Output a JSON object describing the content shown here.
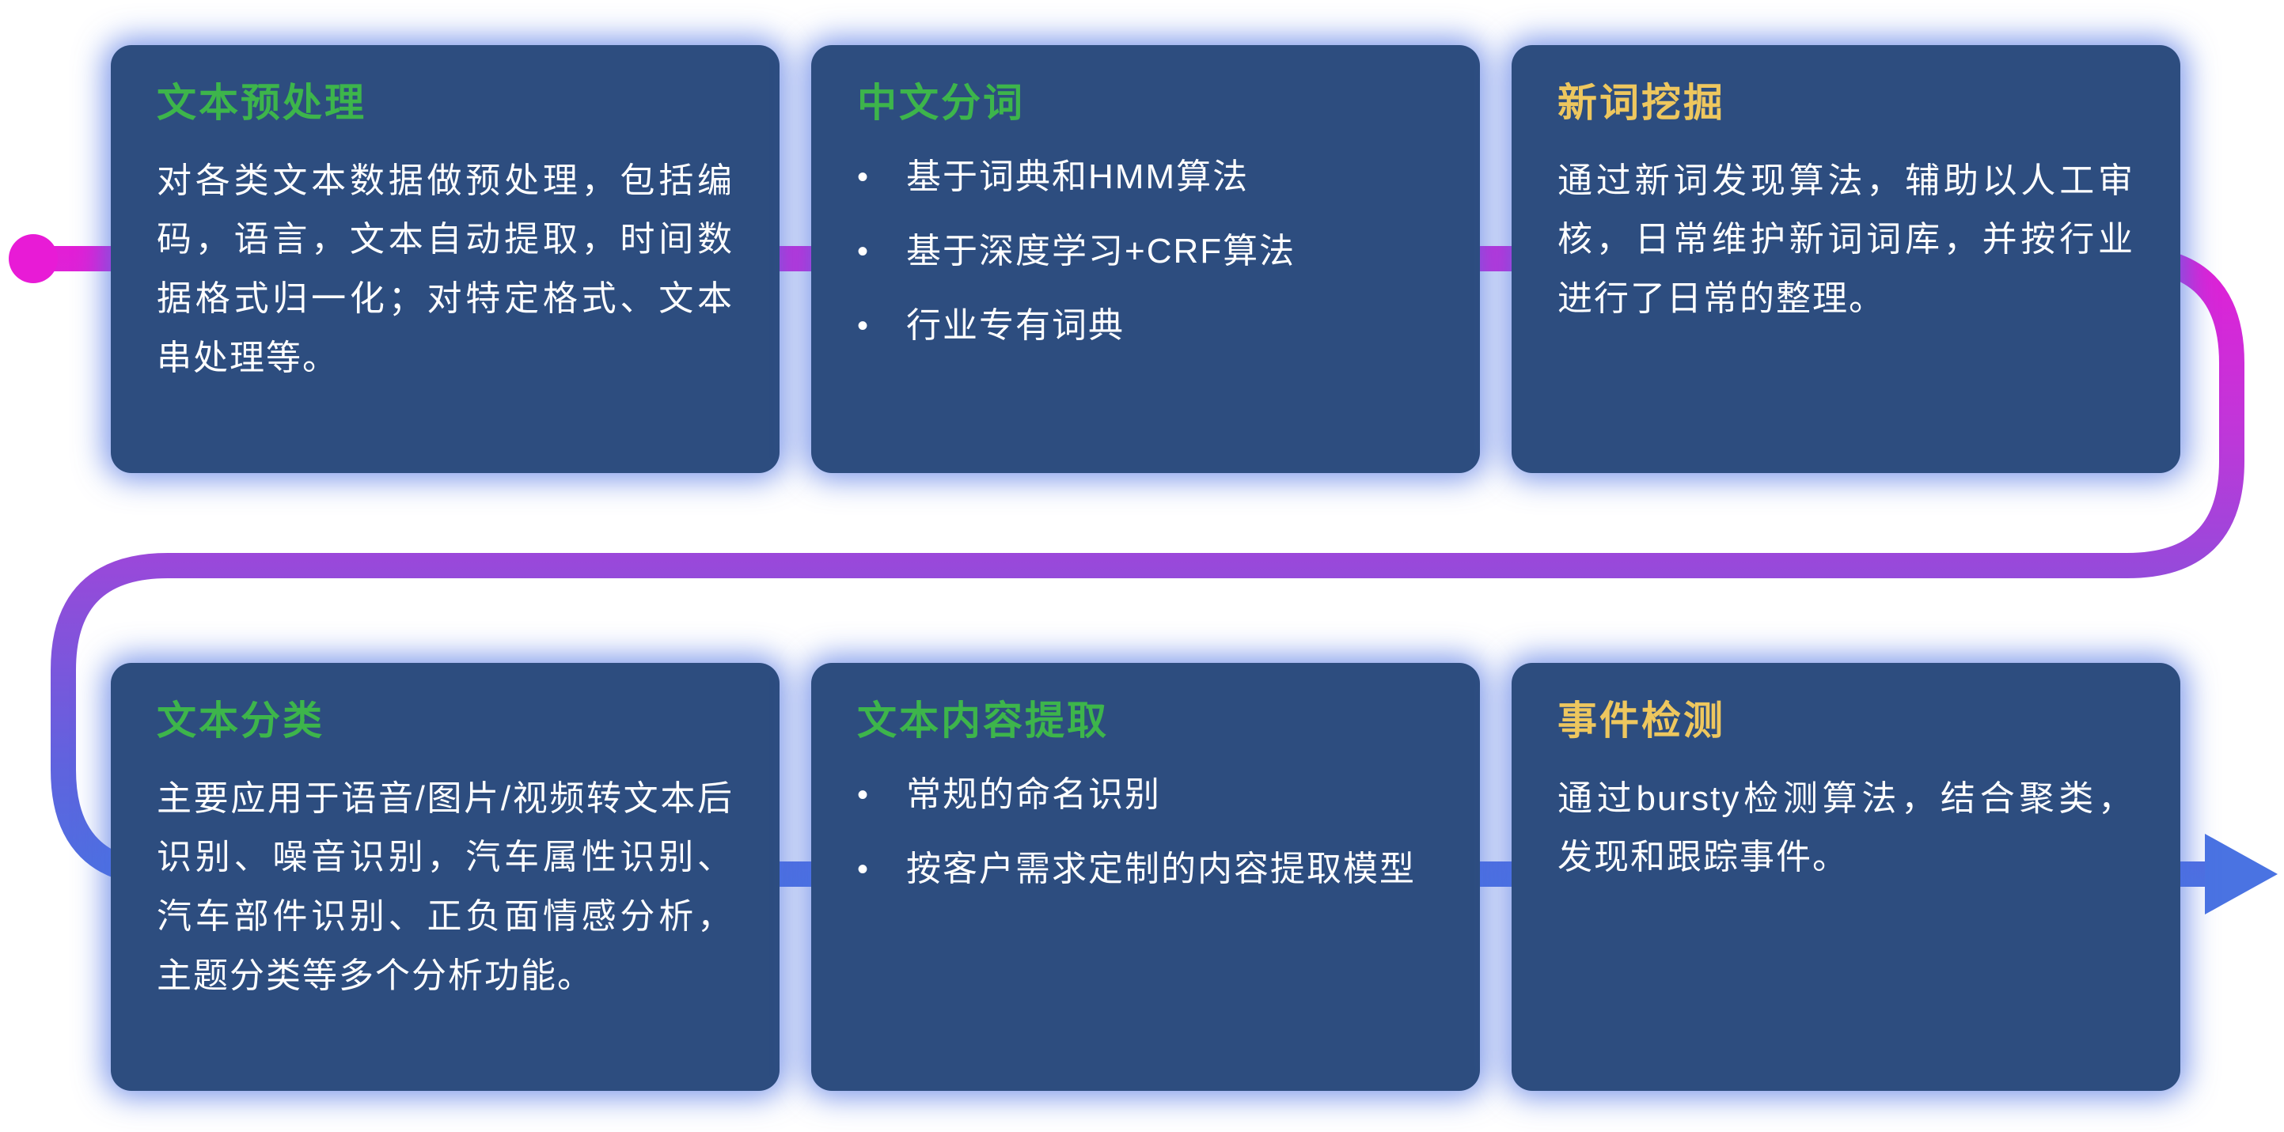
{
  "ui": {
    "bullet_char": "•"
  },
  "theme": {
    "card_bg": "#2d4d7f",
    "card_glow": "#4a6fe2",
    "body_text": "#ffffff",
    "title_green": "#3db54b",
    "title_yellow": "#eec75e"
  },
  "flow": {
    "description": "connector line flowing left-to-right through row 1, looping down and back through row 2, ending in an arrow",
    "gradient": [
      "#e81bd6",
      "#c136d9",
      "#8f4dda",
      "#5f63de",
      "#4a73e2"
    ]
  },
  "cards": [
    {
      "title": "文本预处理",
      "title_color": "#3db54b",
      "body": "对各类文本数据做预处理，包括编码，语言，文本自动提取，时间数据格式归一化；对特定格式、文本串处理等。",
      "bullets": []
    },
    {
      "title": "中文分词",
      "title_color": "#3db54b",
      "body": "",
      "bullets": [
        "基于词典和HMM算法",
        "基于深度学习+CRF算法",
        "行业专有词典"
      ]
    },
    {
      "title": "新词挖掘",
      "title_color": "#eec75e",
      "body": "通过新词发现算法，辅助以人工审核，日常维护新词词库，并按行业进行了日常的整理。",
      "bullets": []
    },
    {
      "title": "文本分类",
      "title_color": "#3db54b",
      "body": "主要应用于语音/图片/视频转文本后识别、噪音识别，汽车属性识别、汽车部件识别、正负面情感分析，主题分类等多个分析功能。",
      "bullets": []
    },
    {
      "title": "文本内容提取",
      "title_color": "#3db54b",
      "body": "",
      "bullets": [
        "常规的命名识别",
        "按客户需求定制的内容提取模型"
      ]
    },
    {
      "title": "事件检测",
      "title_color": "#eec75e",
      "body": "通过bursty检测算法，结合聚类，发现和跟踪事件。",
      "bullets": []
    }
  ]
}
